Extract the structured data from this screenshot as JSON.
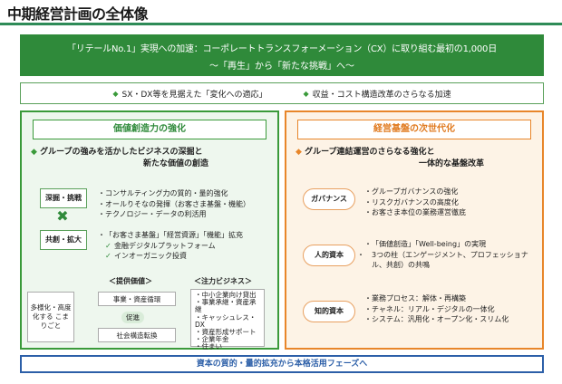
{
  "page_title": "中期経営計画の全体像",
  "vision": {
    "main": "「リテールNo.1」実現への加速：コーポレートトランスフォーメーション（CX）に取り組む最初の1,000日",
    "sub": "～「再生」から「新たな挑戦」へ～"
  },
  "policies": [
    "SX・DX等を見据えた「変化への適応」",
    "収益・コスト構造改革のさらなる加速"
  ],
  "left_panel": {
    "heading": "価値創造力の強化",
    "lead_line1": "グループの強みを活かしたビジネスの深掘と",
    "lead_line2": "新たな価値の創造",
    "node_deep": "深掘・挑戦",
    "node_create": "共創・拡大",
    "deep_items": [
      "コンサルティング力の質的・量的強化",
      "オールりそなの発揮（お客さま基盤・機能）",
      "テクノロジー・データの利活用"
    ],
    "create_item": "「お客さま基盤」「経営資源」「機能」拡充",
    "checks": [
      "金融デジタルプラットフォーム",
      "インオーガニック投資"
    ],
    "provide_label": "＜提供価値＞",
    "infra_label": "＜注力ビジネス＞",
    "side_label": "多様化・高度化する こまりごと",
    "provide_box1": "事業・資産循環",
    "promote": "促進",
    "provide_box2": "社会構造転換",
    "infra_items": [
      "中小企業向け貸出",
      "事業承継・資産承継",
      "キャッシュレス・DX",
      "資産形成サポート",
      "企業年金",
      "住まい"
    ]
  },
  "right_panel": {
    "heading": "経営基盤の次世代化",
    "lead_line1": "グループ連結運営のさらなる強化と",
    "lead_line2": "一体的な基盤改革",
    "blocks": [
      {
        "label": "ガバナンス",
        "items": [
          "グループガバナンスの強化",
          "リスクガバナンスの高度化",
          "お客さま本位の業務運営徹底"
        ]
      },
      {
        "label": "人的資本",
        "items": [
          "「価値創造」「Well-being」の実現",
          "3つの柱（エンゲージメント、プロフェッショナル、共創）の共鳴"
        ]
      },
      {
        "label": "知的資本",
        "items": [
          "業務プロセス：解体・再構築",
          "チャネル：リアル・デジタルの一体化",
          "システム：汎用化・オープン化・スリム化"
        ]
      }
    ]
  },
  "bottom_bar": "資本の質的・量的拡充から本格活用フェーズへ",
  "colors": {
    "green": "#2f8a3a",
    "orange": "#e8862a",
    "blue": "#2c5fa8"
  }
}
